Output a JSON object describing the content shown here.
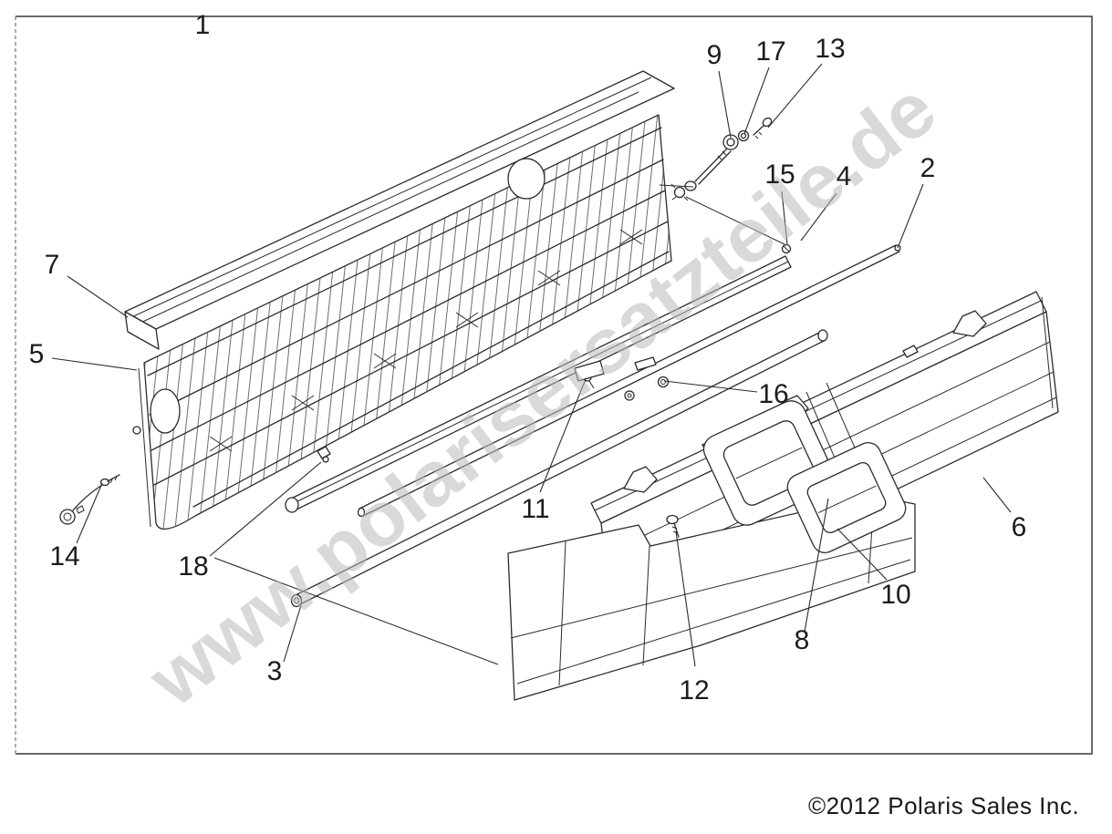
{
  "diagram": {
    "title_number_note": "exploded parts diagram",
    "watermark": {
      "text": "www.polarisersatzteile.de",
      "color": "#b9b9b9"
    },
    "copyright": "©2012 Polaris Sales Inc.",
    "border_color": "#3a3a3a",
    "line_color": "#2b2b2b",
    "callouts": [
      {
        "label": "1"
      },
      {
        "label": "2"
      },
      {
        "label": "3"
      },
      {
        "label": "4"
      },
      {
        "label": "5"
      },
      {
        "label": "6"
      },
      {
        "label": "7"
      },
      {
        "label": "8"
      },
      {
        "label": "9"
      },
      {
        "label": "10"
      },
      {
        "label": "11"
      },
      {
        "label": "12"
      },
      {
        "label": "13"
      },
      {
        "label": "14"
      },
      {
        "label": "15"
      },
      {
        "label": "16"
      },
      {
        "label": "17"
      },
      {
        "label": "18"
      }
    ]
  }
}
